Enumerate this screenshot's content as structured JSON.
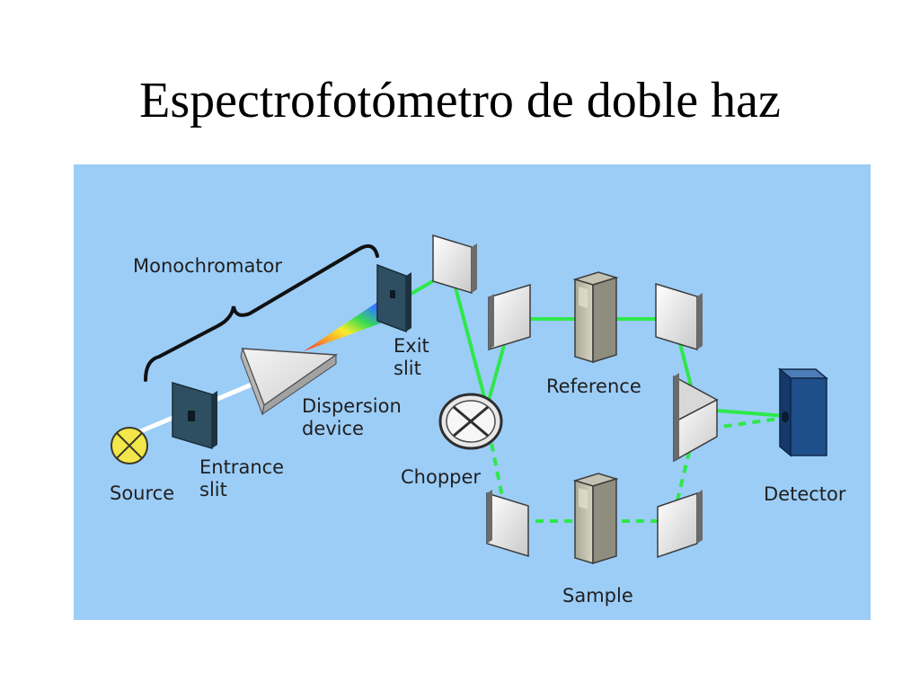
{
  "slide": {
    "title": "Espectrofotómetro de doble haz"
  },
  "diagram": {
    "colors": {
      "background": "#9ccdf7",
      "beam": "#2ee84a",
      "source_lamp": "#f2e64a",
      "detector": "#1f4f8a",
      "label_text": "#1f1f1f"
    },
    "labels": {
      "monochromator": "Monochromator",
      "source": "Source",
      "entrance_line1": "Entrance",
      "entrance_line2": "slit",
      "dispersion_line1": "Dispersion",
      "dispersion_line2": "device",
      "exit_line1": "Exit",
      "exit_line2": "slit",
      "chopper": "Chopper",
      "reference": "Reference",
      "sample": "Sample",
      "detector": "Detector"
    }
  }
}
